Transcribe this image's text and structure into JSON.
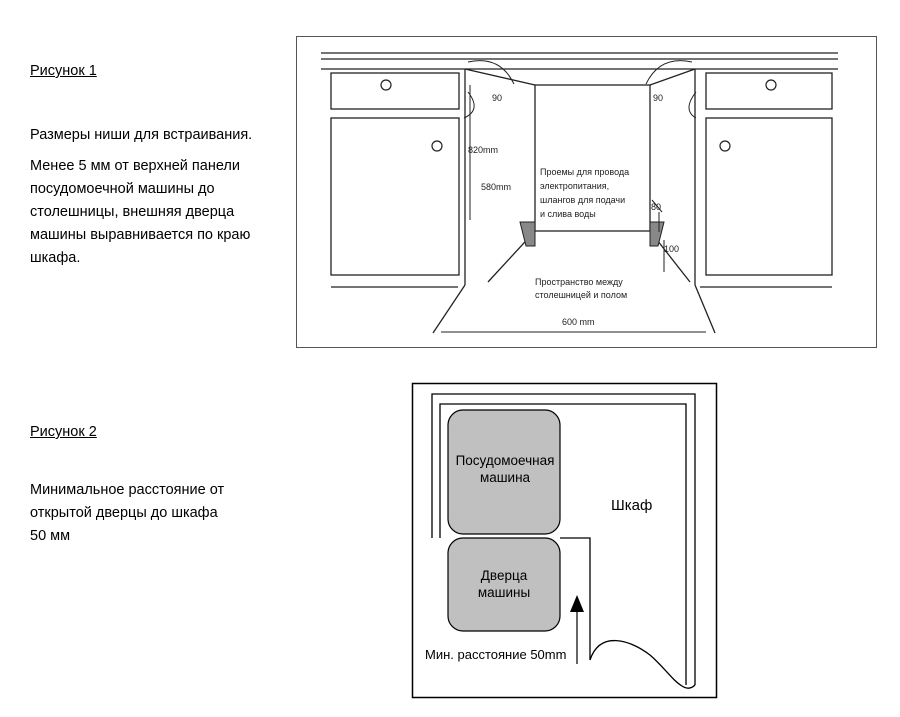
{
  "figure1": {
    "label": "Рисунок 1",
    "line1": "Размеры ниши для встраивания.",
    "desc_lines": [
      "Менее 5 мм от верхней панели",
      "посудомоечной машины до",
      "столешницы, внешняя дверца",
      "машины выравнивается по краю",
      "шкафа."
    ],
    "angle_left": "90",
    "angle_right": "90",
    "height_label": "820mm",
    "depth_label": "580mm",
    "openings_lines": [
      "Проемы для провода",
      "электропитания,",
      "шлангов  для  подачи",
      "и слива воды"
    ],
    "dim_80": "80",
    "dim_100": "100",
    "space_lines": [
      "Пространство между",
      "столешницей и полом"
    ],
    "width_label": "600 mm"
  },
  "figure2": {
    "label": "Рисунок 2",
    "desc_lines": [
      "Минимальное расстояние от",
      "открытой дверцы до шкафа",
      "50 мм"
    ],
    "dishwasher_lines": [
      "Посудомоечная",
      "машина"
    ],
    "door_lines": [
      "Дверца",
      "машины"
    ],
    "cabinet": "Шкаф",
    "min_distance": "Мин. расстояние 50mm"
  }
}
